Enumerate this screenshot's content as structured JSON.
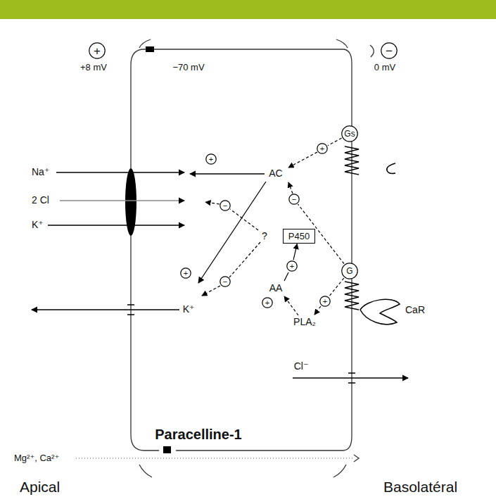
{
  "diagram": {
    "nodes": [
      {
        "text": [
          "+"
        ]
      },
      {
        "text": [
          "−"
        ]
      },
      {
        "text": [
          "Gs"
        ]
      },
      {
        "text": [
          "+"
        ]
      },
      {
        "text": [
          "+"
        ]
      },
      {
        "text": [
          "−"
        ]
      },
      {
        "text": [
          "−"
        ]
      },
      {
        "text": [
          "P450"
        ]
      },
      {
        "text": [
          "+"
        ]
      },
      {
        "text": [
          "G"
        ]
      },
      {
        "text": [
          "+"
        ]
      },
      {
        "text": [
          "−"
        ]
      },
      {
        "text": [
          "+"
        ]
      },
      {
        "text": [
          "+"
        ]
      }
    ],
    "edges": [
      {
        "from": 2,
        "to": 3,
        "arrow": "none"
      },
      {
        "from": 9,
        "to": 5,
        "arrow": "none"
      },
      {
        "from": 9,
        "to": 13,
        "arrow": "none"
      },
      {
        "from": 8,
        "to": 7,
        "arrow": "to"
      }
    ],
    "labels": [
      "+8 mV",
      "−70 mV",
      "0 mV",
      "Na⁺",
      "2 Cl",
      "K⁺",
      "AC",
      "?",
      "AA",
      "PLA₂",
      "CaR",
      "K⁺",
      "Cl⁻",
      "Paracelline-1",
      "Mg²⁺, Ca²⁺",
      "Apical",
      "Basolatéral"
    ]
  }
}
